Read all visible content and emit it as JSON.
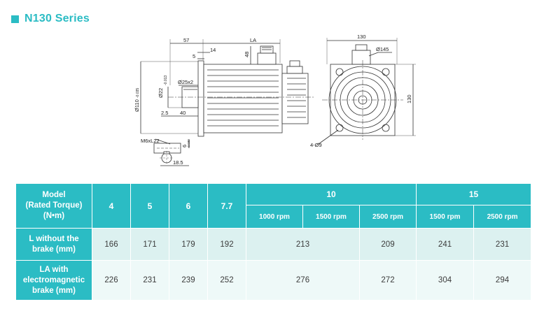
{
  "title": "N130 Series",
  "drawing": {
    "dims": {
      "d57": "57",
      "d14": "14",
      "d5": "5",
      "d48": "48",
      "la": "LA",
      "d22": "Ø22",
      "d22tol": "-0.013",
      "d25x2": "Ø25x2",
      "d110": "Ø110",
      "d110tol": "-0.035",
      "d25": "2.5",
      "d40": "40",
      "m6": "M6xL22",
      "d6": "6",
      "d6tol": "-0.030",
      "d185": "18.5",
      "d130w": "130",
      "d145": "Ø145",
      "d130h": "130",
      "holes": "4-Ø9"
    }
  },
  "table": {
    "model_header": [
      "Model",
      "(Rated Torque)",
      "(N•m)"
    ],
    "torques": [
      "4",
      "5",
      "6",
      "7.7",
      "10",
      "15"
    ],
    "rpm_10": [
      "1000 rpm",
      "1500 rpm",
      "2500 rpm"
    ],
    "rpm_15": [
      "1500 rpm",
      "2500 rpm"
    ],
    "row1_header": [
      "L without the",
      "brake (mm)"
    ],
    "row1": [
      "166",
      "171",
      "179",
      "192",
      "213",
      "209",
      "241",
      "231"
    ],
    "row2_header": [
      "LA with",
      "electromagnetic",
      "brake (mm)"
    ],
    "row2": [
      "226",
      "231",
      "239",
      "252",
      "276",
      "272",
      "304",
      "294"
    ]
  }
}
